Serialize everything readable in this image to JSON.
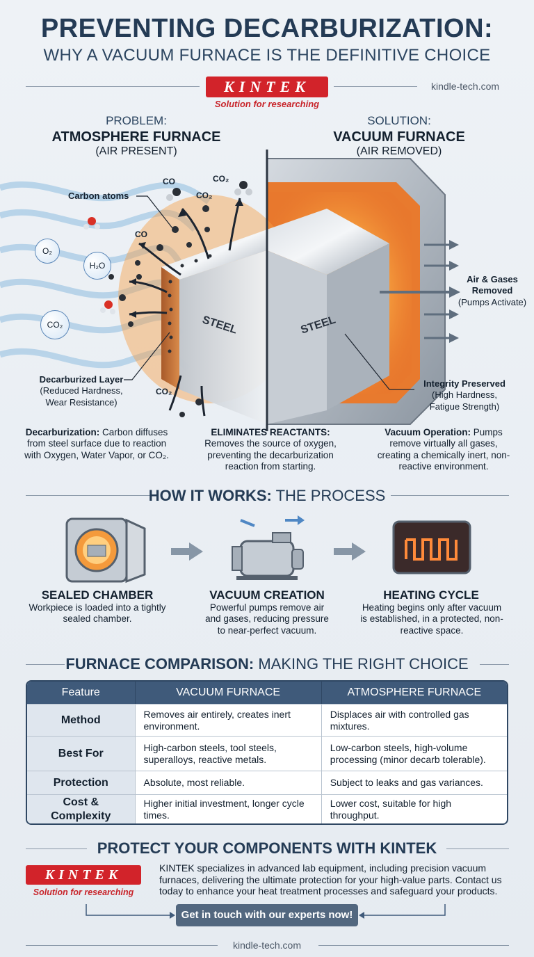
{
  "header": {
    "title": "PREVENTING DECARBURIZATION:",
    "subtitle": "WHY A VACUUM FURNACE IS THE DEFINITIVE CHOICE",
    "logo_text": "KINTEK",
    "logo_tagline": "Solution for researching",
    "site": "kindle-tech.com"
  },
  "problem": {
    "label": "PROBLEM:",
    "title": "ATMOSPHERE FURNACE",
    "paren": "(AIR PRESENT)",
    "annotations": {
      "carbon_atoms": "Carbon atoms",
      "decarb_layer_title": "Decarburized Layer",
      "decarb_layer_desc": "(Reduced Hardness, Wear Resistance)"
    },
    "labels": {
      "steel": "STEEL",
      "co": "CO",
      "co2": "CO₂",
      "o2": "O₂",
      "h2o": "H₂O"
    }
  },
  "solution": {
    "label": "SOLUTION:",
    "title": "VACUUM FURNACE",
    "paren": "(AIR REMOVED)",
    "annotations": {
      "air_removed_title": "Air & Gases Removed",
      "air_removed_desc": "(Pumps Activate)",
      "integrity_title": "Integrity Preserved",
      "integrity_desc": "(High Hardness, Fatigue Strength)"
    },
    "labels": {
      "steel": "STEEL"
    }
  },
  "explain": {
    "left_bold": "Decarburization:",
    "left_text": " Carbon diffuses from steel surface due to reaction with Oxygen, Water Vapor, or CO₂.",
    "mid_bold": "ELIMINATES REACTANTS:",
    "mid_text": "Removes the source of oxygen, preventing the decarburization reaction from starting.",
    "right_bold": "Vacuum Operation:",
    "right_text": " Pumps remove virtually all gases, creating a chemically inert, non-reactive environment."
  },
  "process": {
    "title_bold": "HOW IT WORKS:",
    "title_rest": " THE PROCESS",
    "steps": [
      {
        "title": "SEALED CHAMBER",
        "desc": "Workpiece is loaded into a tightly sealed chamber."
      },
      {
        "title": "VACUUM CREATION",
        "desc": "Powerful pumps remove air and gases, reducing pressure to near-perfect vacuum."
      },
      {
        "title": "HEATING CYCLE",
        "desc": "Heating begins only after vacuum is established, in a protected, non-reactive space."
      }
    ]
  },
  "comparison": {
    "title_bold": "FURNACE COMPARISON:",
    "title_rest": " MAKING THE RIGHT CHOICE",
    "headers": [
      "Feature",
      "VACUUM FURNACE",
      "ATMOSPHERE FURNACE"
    ],
    "rows": [
      [
        "Method",
        "Removes air entirely, creates inert environment.",
        "Displaces air with controlled gas mixtures."
      ],
      [
        "Best For",
        "High-carbon steels, tool steels, superalloys, reactive metals.",
        "Low-carbon steels, high-volume processing (minor decarb tolerable)."
      ],
      [
        "Protection",
        "Absolute, most reliable.",
        "Subject to leaks and gas variances."
      ],
      [
        "Cost & Complexity",
        "Higher initial investment, longer cycle times.",
        "Lower cost, suitable for high throughput."
      ]
    ]
  },
  "footer": {
    "title": "PROTECT YOUR COMPONENTS WITH KINTEK",
    "logo_text": "KINTEK",
    "logo_tagline": "Solution for researching",
    "text": "KINTEK specializes in advanced lab equipment, including precision vacuum furnaces, delivering the ultimate protection for your high-value parts. Contact us today to enhance your heat treatment processes and safeguard your products.",
    "cta": "Get in touch with our experts now!",
    "site": "kindle-tech.com"
  },
  "colors": {
    "brand_red": "#d2232a",
    "navy": "#243b55",
    "orange": "#f07c2a",
    "table_header": "#3f5a7a"
  }
}
